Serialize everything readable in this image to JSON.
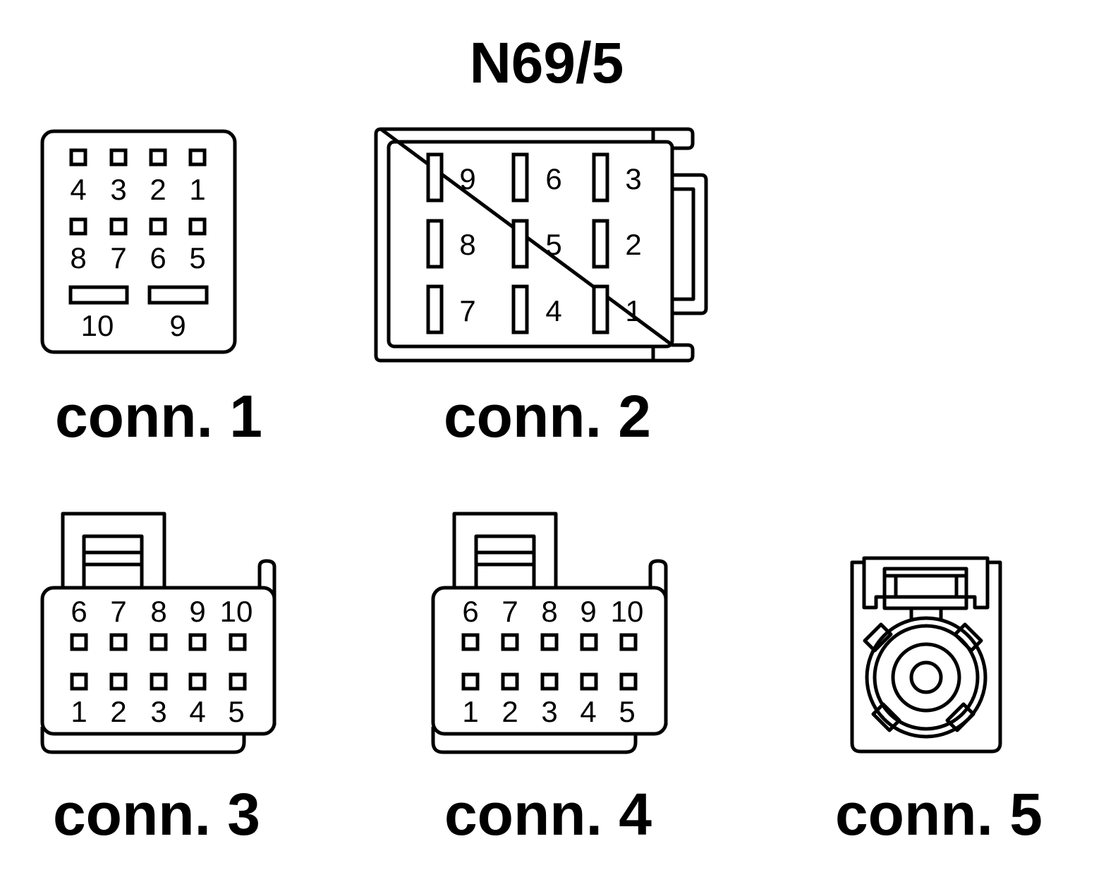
{
  "title": "N69/5",
  "connectors": [
    {
      "label": "conn. 1",
      "pins": [
        "1",
        "2",
        "3",
        "4",
        "5",
        "6",
        "7",
        "8",
        "9",
        "10"
      ]
    },
    {
      "label": "conn. 2",
      "pins": [
        "1",
        "2",
        "3",
        "4",
        "5",
        "6",
        "7",
        "8",
        "9"
      ]
    },
    {
      "label": "conn. 3",
      "pins": [
        "1",
        "2",
        "3",
        "4",
        "5",
        "6",
        "7",
        "8",
        "9",
        "10"
      ]
    },
    {
      "label": "conn. 4",
      "pins": [
        "1",
        "2",
        "3",
        "4",
        "5",
        "6",
        "7",
        "8",
        "9",
        "10"
      ]
    },
    {
      "label": "conn. 5",
      "pins": []
    }
  ]
}
